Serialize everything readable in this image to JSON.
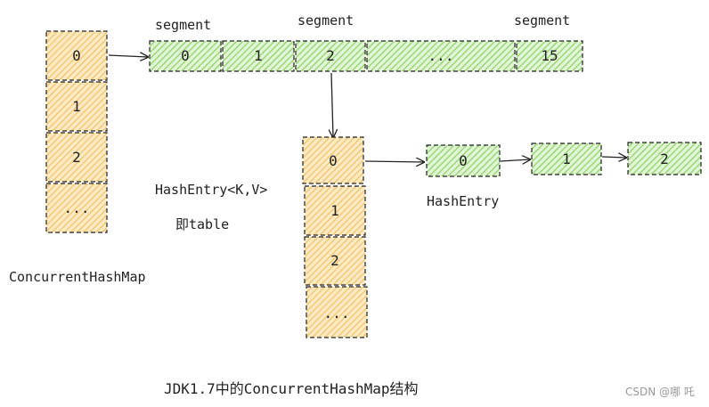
{
  "colors": {
    "orange_fill": "#f5c26b",
    "orange_base": "#fdebc4",
    "green_fill": "#8fd46a",
    "green_base": "#e2f5d6",
    "stroke": "#222222"
  },
  "map_cells": [
    "0",
    "1",
    "2",
    "..."
  ],
  "map_label": "ConcurrentHashMap",
  "segment_cells": [
    "0",
    "1",
    "2",
    "...",
    "15"
  ],
  "segment_labels": [
    "segment",
    "segment",
    "segment"
  ],
  "table_cells": [
    "0",
    "1",
    "2",
    "..."
  ],
  "table_label_line1": "HashEntry<K,V>",
  "table_label_line2": "即table",
  "entry_nodes": [
    "0",
    "1",
    "2"
  ],
  "entry_label": "HashEntry",
  "caption": "JDK1.7中的ConcurrentHashMap结构",
  "watermark": "CSDN @哪 吒"
}
